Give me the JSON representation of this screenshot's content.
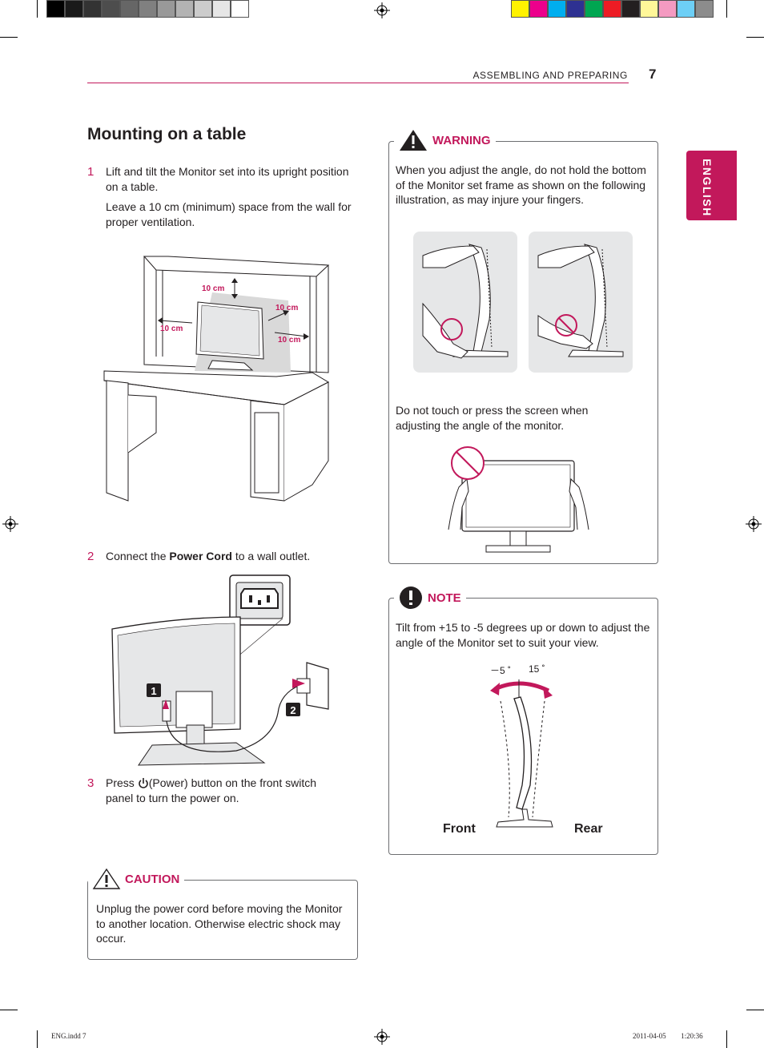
{
  "header": {
    "section": "ASSEMBLING AND PREPARING",
    "page_number": "7",
    "language_tab": "ENGLISH"
  },
  "title": "Mounting on a table",
  "steps": [
    {
      "num": "1",
      "text": "Lift and tilt the Monitor set into its upright position on a table.",
      "subtext": "Leave a 10 cm (minimum) space from the wall for proper ventilation."
    },
    {
      "num": "2",
      "text_before": "Connect the ",
      "text_bold": "Power Cord",
      "text_after": " to a wall outlet."
    },
    {
      "num": "3",
      "text_before": "Press ",
      "text_after": "(Power) button on the front switch panel to turn the power on."
    }
  ],
  "desk_figure": {
    "labels": [
      "10 cm",
      "10 cm",
      "10 cm",
      "10 cm"
    ]
  },
  "cable_figure": {
    "callouts": [
      "1",
      "2"
    ]
  },
  "caution": {
    "title": "CAUTION",
    "text": "Unplug the power cord before moving the Monitor to another location. Otherwise electric shock may occur."
  },
  "warning": {
    "title": "WARNING",
    "text1": "When you adjust the angle, do not hold the bottom of the Monitor set frame as shown on the following illustration, as may injure your fingers.",
    "text2": "Do not touch or press the screen when adjusting the angle of the monitor."
  },
  "note": {
    "title": "NOTE",
    "text": "Tilt from +15 to -5 degrees up or down to adjust the angle of the Monitor set to suit your view.",
    "angle_minus": "－5 ˚",
    "angle_plus": "15 ˚",
    "front_label": "Front",
    "rear_label": "Rear"
  },
  "footer": {
    "file": "ENG.indd   7",
    "stamp": "2011-04-05   ﾟﾟ 1:20:36"
  },
  "colors": {
    "accent": "#c2185b",
    "text": "#231f20",
    "figure_bg": "#e6e7e8"
  }
}
